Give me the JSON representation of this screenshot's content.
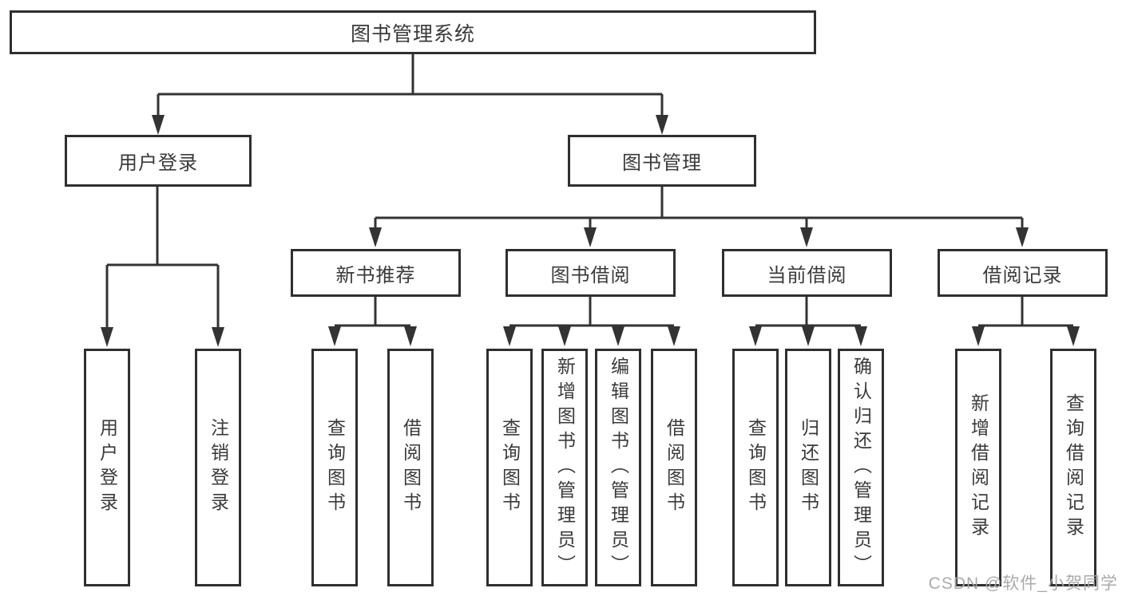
{
  "diagram": {
    "title": "图书管理系统",
    "watermark": "CSDN @软件_小贺同学",
    "colors": {
      "line": "#333333",
      "border": "#2f2f2f",
      "text": "#3a3a3a",
      "background": "#ffffff",
      "watermark": "#a5a5a5"
    },
    "tree": {
      "root": {
        "label": "图书管理系统"
      },
      "level2": [
        {
          "label": "用户登录"
        },
        {
          "label": "图书管理"
        }
      ],
      "level3": [
        {
          "label": "新书推荐"
        },
        {
          "label": "图书借阅"
        },
        {
          "label": "当前借阅"
        },
        {
          "label": "借阅记录"
        }
      ],
      "leaf_groups": [
        {
          "parent": "用户登录",
          "items": [
            {
              "label": "用户登录"
            },
            {
              "label": "注销登录"
            }
          ]
        },
        {
          "parent": "新书推荐",
          "items": [
            {
              "label": "查询图书"
            },
            {
              "label": "借阅图书"
            }
          ]
        },
        {
          "parent": "图书借阅",
          "items": [
            {
              "label": "查询图书"
            },
            {
              "label": "新增图书（管理员）"
            },
            {
              "label": "编辑图书（管理员）"
            },
            {
              "label": "借阅图书"
            }
          ]
        },
        {
          "parent": "当前借阅",
          "items": [
            {
              "label": "查询图书"
            },
            {
              "label": "归还图书"
            },
            {
              "label": "确认归还（管理员）"
            }
          ]
        },
        {
          "parent": "借阅记录",
          "items": [
            {
              "label": "新增借阅记录"
            },
            {
              "label": "查询借阅记录"
            }
          ]
        }
      ]
    }
  }
}
